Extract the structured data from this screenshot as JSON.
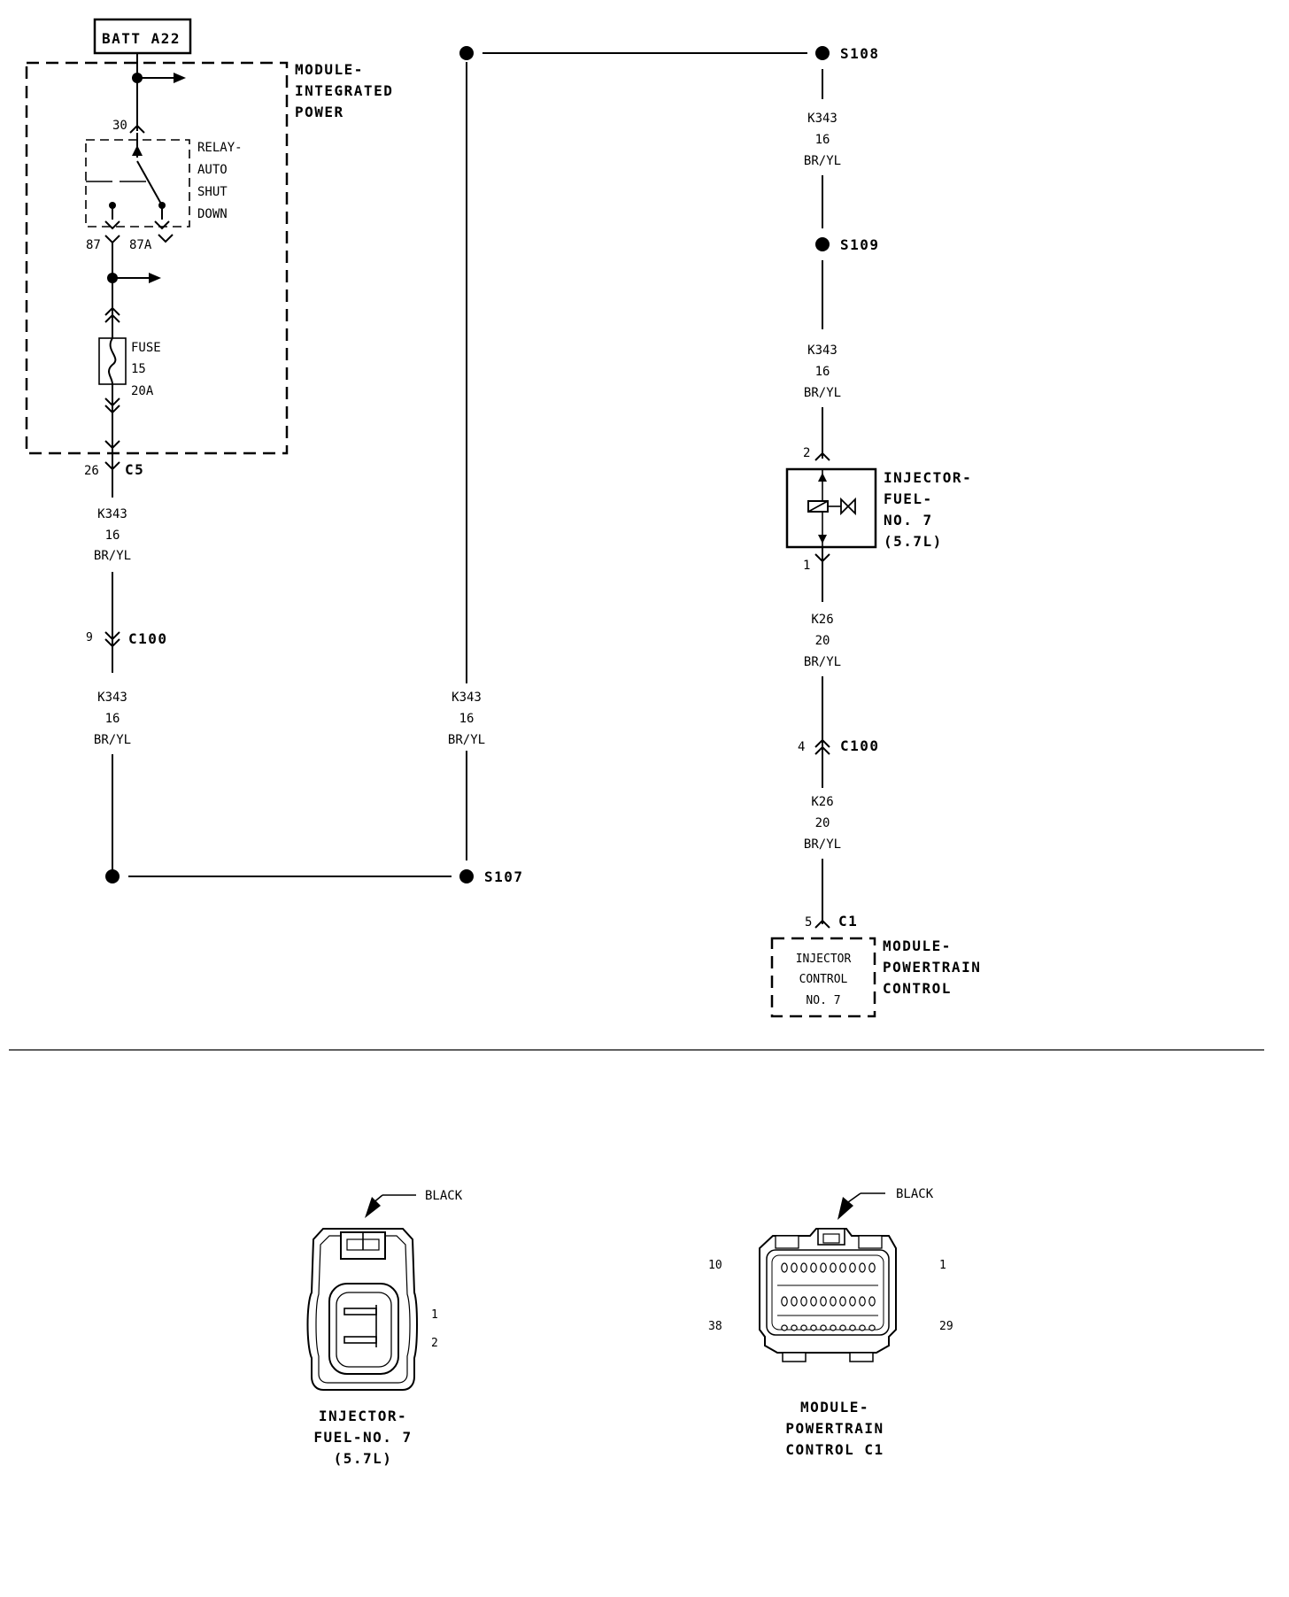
{
  "battery": {
    "label": "BATT A22"
  },
  "module_ipm": {
    "lines": [
      "MODULE-",
      "INTEGRATED",
      "POWER"
    ]
  },
  "relay": {
    "lines": [
      "RELAY-",
      "AUTO",
      "SHUT",
      "DOWN"
    ],
    "pin_30": "30",
    "pin_87": "87",
    "pin_87a": "87A"
  },
  "fuse": {
    "lines": [
      "FUSE",
      "15",
      "20A"
    ]
  },
  "conn_c5": {
    "pin": "26",
    "name": "C5"
  },
  "wire_left_1": {
    "circuit": "K343",
    "gauge": "16",
    "color": "BR/YL"
  },
  "conn_c100_left": {
    "pin": "9",
    "name": "C100"
  },
  "wire_left_2": {
    "circuit": "K343",
    "gauge": "16",
    "color": "BR/YL"
  },
  "wire_middle": {
    "circuit": "K343",
    "gauge": "16",
    "color": "BR/YL"
  },
  "splice_s107": {
    "name": "S107"
  },
  "splice_s108": {
    "name": "S108"
  },
  "splice_s109": {
    "name": "S109"
  },
  "wire_right_1": {
    "circuit": "K343",
    "gauge": "16",
    "color": "BR/YL"
  },
  "wire_right_2": {
    "circuit": "K343",
    "gauge": "16",
    "color": "BR/YL"
  },
  "injector": {
    "lines": [
      "INJECTOR-",
      "FUEL-",
      "NO. 7",
      "(5.7L)"
    ],
    "pin_top": "2",
    "pin_bottom": "1"
  },
  "wire_right_3": {
    "circuit": "K26",
    "gauge": "20",
    "color": "BR/YL"
  },
  "conn_c100_right": {
    "pin": "4",
    "name": "C100"
  },
  "wire_right_4": {
    "circuit": "K26",
    "gauge": "20",
    "color": "BR/YL"
  },
  "conn_c1": {
    "pin": "5",
    "name": "C1"
  },
  "pcm_internal": {
    "lines": [
      "INJECTOR",
      "CONTROL",
      "NO. 7"
    ]
  },
  "module_pcm": {
    "lines": [
      "MODULE-",
      "POWERTRAIN",
      "CONTROL"
    ]
  },
  "connector_view_injector": {
    "color_label": "BLACK",
    "pin_1": "1",
    "pin_2": "2",
    "title_lines": [
      "INJECTOR-",
      "FUEL-NO. 7",
      "(5.7L)"
    ]
  },
  "connector_view_pcm": {
    "color_label": "BLACK",
    "pin_10": "10",
    "pin_1": "1",
    "pin_38": "38",
    "pin_29": "29",
    "title_lines": [
      "MODULE-",
      "POWERTRAIN",
      "CONTROL C1"
    ]
  }
}
